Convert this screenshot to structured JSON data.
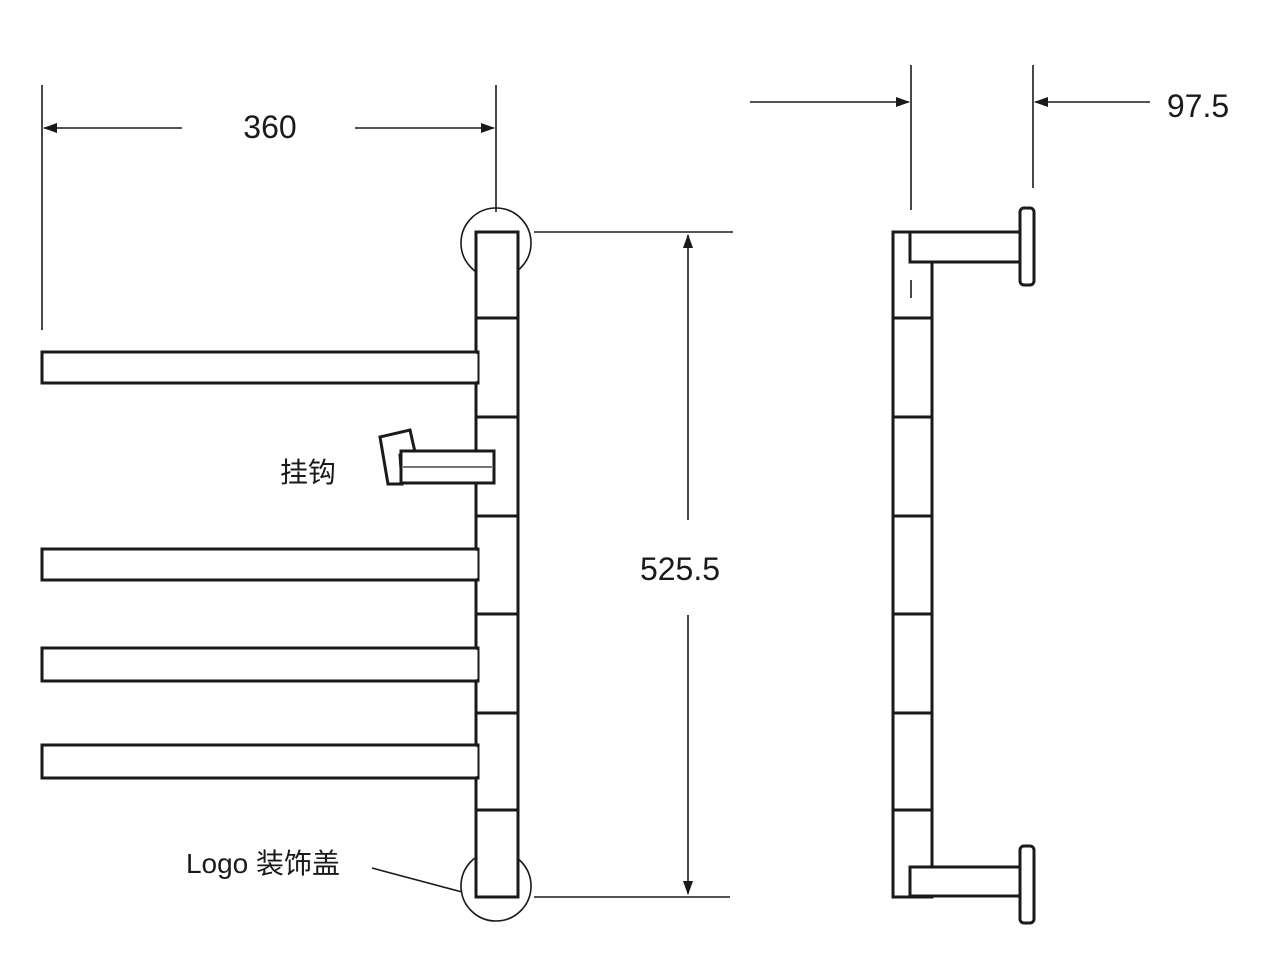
{
  "dimensions": {
    "width": "360",
    "height": "525.5",
    "depth": "97.5"
  },
  "labels": {
    "hook": "挂钩",
    "logo_cover": "Logo 装饰盖"
  }
}
